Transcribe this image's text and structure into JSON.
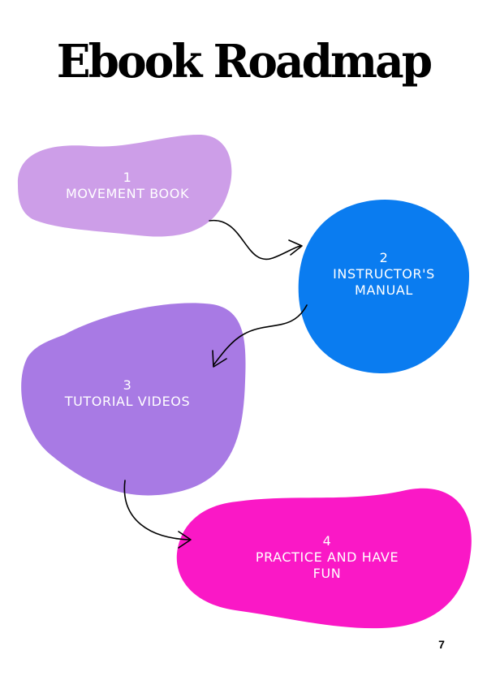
{
  "title": "Ebook Roadmap",
  "page_number": "7",
  "steps": [
    {
      "number": "1",
      "label_lines": [
        "MOVEMENT BOOK"
      ],
      "color": "#cd9ee8"
    },
    {
      "number": "2",
      "label_lines": [
        "INSTRUCTOR'S",
        "MANUAL"
      ],
      "color": "#0a7cf0"
    },
    {
      "number": "3",
      "label_lines": [
        "TUTORIAL VIDEOS"
      ],
      "color": "#a87ae4"
    },
    {
      "number": "4",
      "label_lines": [
        "PRACTICE AND HAVE",
        "FUN"
      ],
      "color": "#fa18c6"
    }
  ],
  "label_color": "#ffffff",
  "arrow_color": "#000000"
}
